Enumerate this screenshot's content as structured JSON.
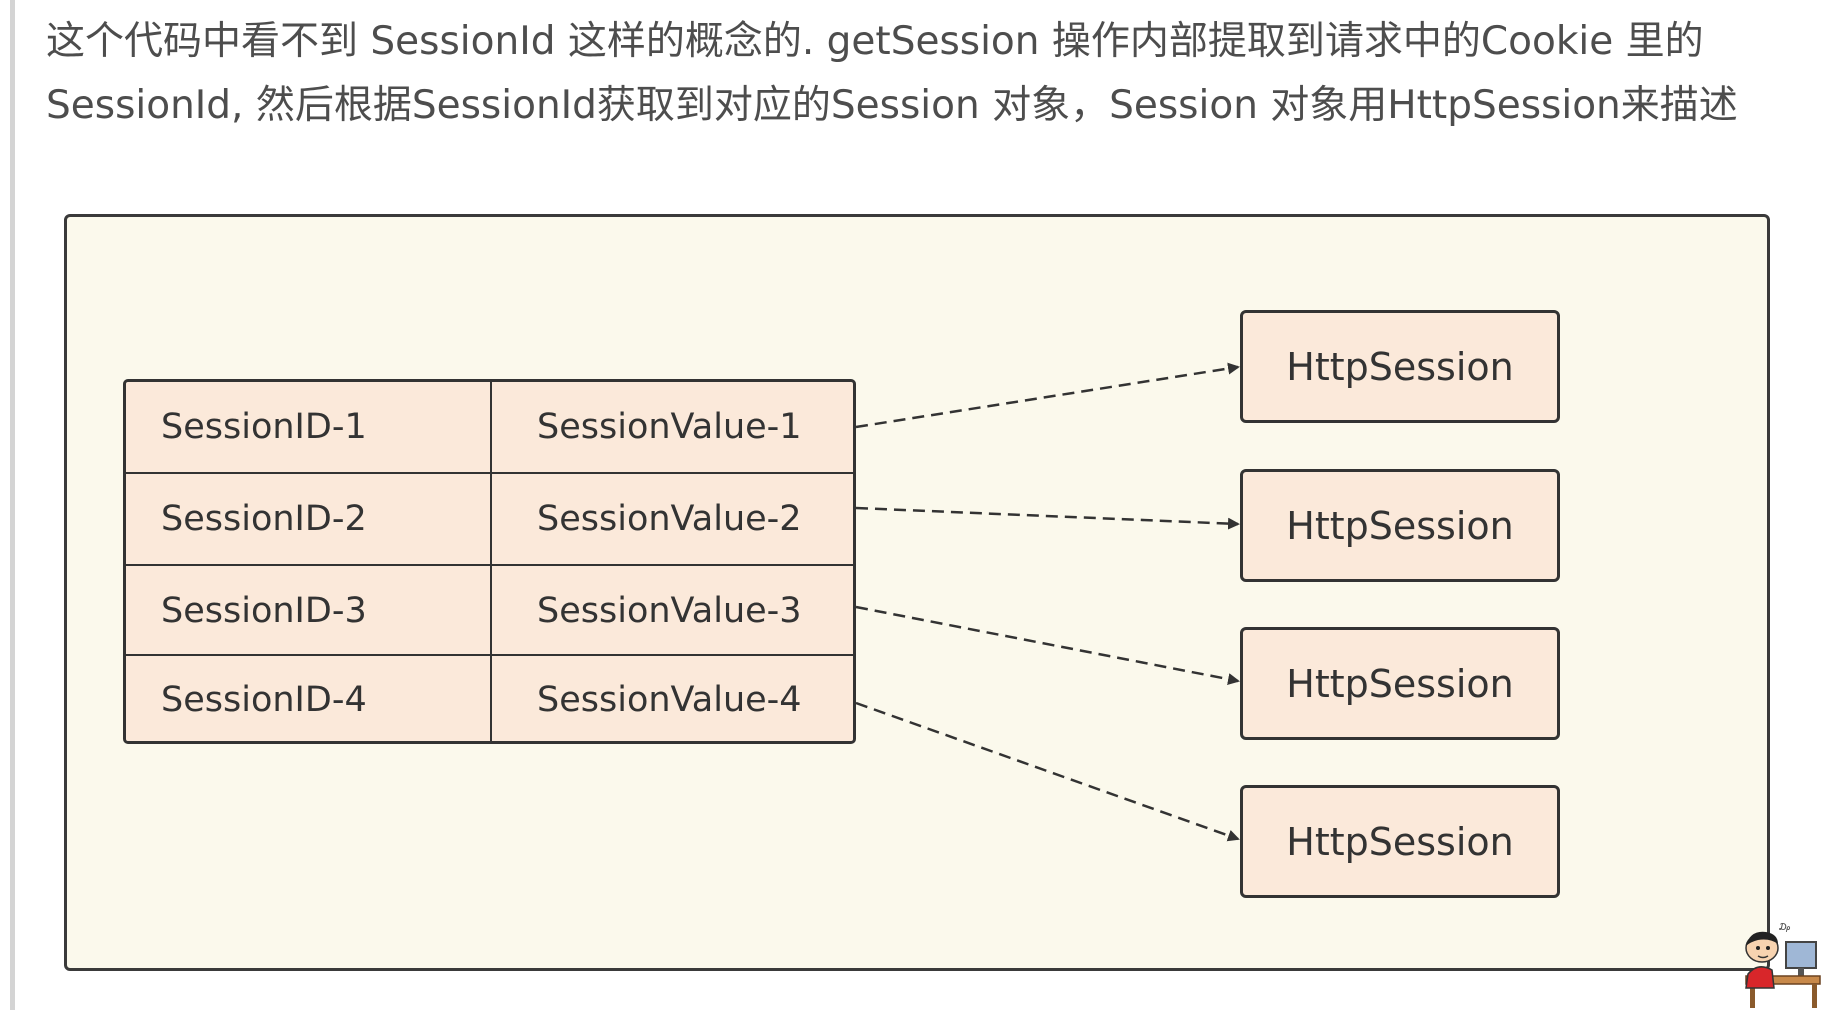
{
  "paragraph": {
    "line1": "这个代码中看不到 SessionId 这样的概念的. getSession 操作内部提取到请求中的Cookie 里的",
    "line2": "SessionId, 然后根据SessionId获取到对应的Session 对象，Session 对象用HttpSession来描述"
  },
  "diagram": {
    "rows": [
      {
        "key": "SessionID-1",
        "value": "SessionValue-1"
      },
      {
        "key": "SessionID-2",
        "value": "SessionValue-2"
      },
      {
        "key": "SessionID-3",
        "value": "SessionValue-3"
      },
      {
        "key": "SessionID-4",
        "value": "SessionValue-4"
      }
    ],
    "targets": [
      "HttpSession",
      "HttpSession",
      "HttpSession",
      "HttpSession"
    ],
    "colors": {
      "frame_fill": "#fbf9ec",
      "node_fill": "#fbe9da",
      "stroke": "#333333"
    }
  },
  "mascot": {
    "icon": "cartoon-boy-at-desk-icon"
  }
}
